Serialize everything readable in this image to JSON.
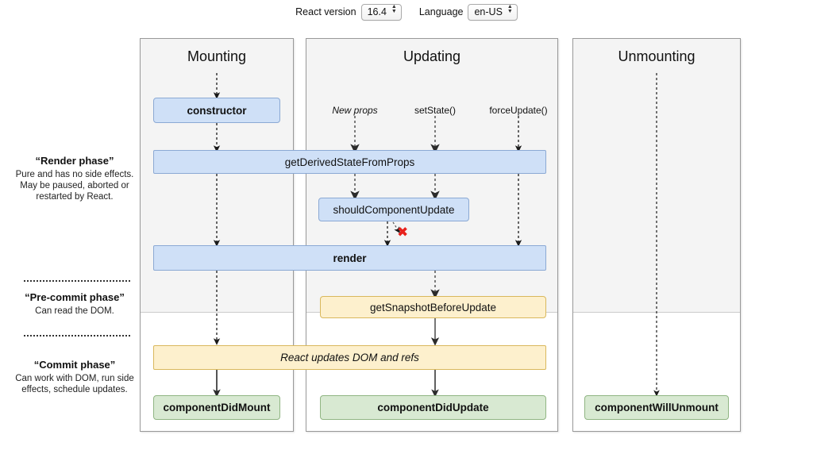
{
  "controls": {
    "react_version_label": "React version",
    "react_version_value": "16.4",
    "language_label": "Language",
    "language_value": "en-US",
    "stepper_up": "▲",
    "stepper_down": "▼"
  },
  "phases": [
    {
      "title": "“Render phase”",
      "desc": "Pure and has no side effects. May be paused, aborted or restarted by React."
    },
    {
      "title": "“Pre-commit phase”",
      "desc": "Can read the DOM."
    },
    {
      "title": "“Commit phase”",
      "desc": "Can work with DOM, run side effects, schedule updates."
    }
  ],
  "columns": [
    {
      "title": "Mounting"
    },
    {
      "title": "Updating"
    },
    {
      "title": "Unmounting"
    }
  ],
  "triggers": [
    {
      "label": "New props",
      "style": "italic"
    },
    {
      "label": "setState()",
      "style": "normal"
    },
    {
      "label": "forceUpdate()",
      "style": "normal"
    }
  ],
  "nodes": {
    "constructor": "constructor",
    "get_derived_state_from_props": "getDerivedStateFromProps",
    "should_component_update": "shouldComponentUpdate",
    "render": "render",
    "get_snapshot_before_update": "getSnapshotBeforeUpdate",
    "react_updates_dom_and_refs": "React updates DOM and refs",
    "component_did_mount": "componentDidMount",
    "component_did_update": "componentDidUpdate",
    "component_will_unmount": "componentWillUnmount"
  },
  "annotations": {
    "skip_render_x": "✖"
  },
  "colors": {
    "blue_fill": "#cfe0f7",
    "blue_border": "#8ba9d4",
    "yellow_fill": "#fdf0cd",
    "yellow_border": "#d9b85c",
    "green_fill": "#d8e9d2",
    "green_border": "#90b583",
    "column_shade": "#f4f4f4",
    "column_border": "#999999",
    "red_x": "#e8211c",
    "arrow": "#1a1a1a",
    "arrow_gray": "#6e6e6e"
  }
}
